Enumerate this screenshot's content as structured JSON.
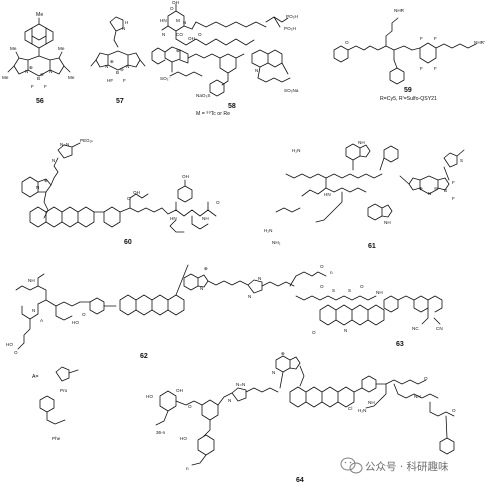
{
  "compounds": [
    {
      "number": "56",
      "labels": [
        "Me",
        "Me",
        "Me",
        "Me",
        "Me",
        "N",
        "N",
        "B",
        "F",
        "F",
        "⊖",
        "⊕"
      ]
    },
    {
      "number": "57",
      "labels": [
        "N",
        "H",
        "N",
        "N",
        "B",
        "HF",
        "F",
        "⊖",
        "⊕"
      ]
    },
    {
      "number": "58",
      "labels": [
        "OH",
        "HN",
        "O",
        "N",
        "M",
        "CO",
        "O",
        "N",
        "OH",
        "PO₃H",
        "PO₃H",
        "⊕",
        "SO₃⁻",
        "NaO₃S",
        "SO₃Na",
        "N"
      ],
      "note": "M = ⁹⁹Tc or Re"
    },
    {
      "number": "59",
      "labels": [
        "NHR",
        "NHR'",
        "O",
        "F",
        "F",
        "F",
        "F"
      ],
      "note": "R=Cy5, R'=Sulfo-QSY21"
    },
    {
      "number": "60",
      "labels": [
        "PEG₂ₖ",
        "N",
        "N=N",
        "⊕",
        "OH",
        "OH",
        "O",
        "HN",
        "NH",
        "O",
        "N"
      ]
    },
    {
      "number": "61",
      "labels": [
        "H₂N",
        "NH",
        "HN",
        "NH",
        "H₂N",
        "NH₂",
        "N",
        "B",
        "F",
        "F",
        "S",
        "⊖",
        "⊕"
      ]
    },
    {
      "number": "62",
      "labels": [
        "N",
        "⊕",
        "N",
        "N",
        "O",
        "n",
        "HO",
        "O",
        "HO",
        "O",
        "NH",
        "N",
        "A"
      ]
    },
    {
      "number": "63",
      "labels": [
        "O",
        "S",
        "S",
        "O",
        "NH",
        "O",
        "N",
        "NC",
        "CN"
      ]
    },
    {
      "number": "64",
      "labels": [
        "HO",
        "OH",
        "HO",
        "O",
        "N",
        "N=N",
        "N",
        "⊕",
        "Cl",
        "H₂N",
        "NH",
        "NH",
        "O",
        "O",
        "36-n",
        "n"
      ]
    }
  ],
  "legend_a": {
    "prefix": "A=",
    "items": [
      {
        "name": "Pro"
      },
      {
        "name": "Phe"
      }
    ]
  },
  "watermark": {
    "text": "公众号 · 科研趣味"
  },
  "colors": {
    "ink": "#111111",
    "background": "#ffffff",
    "watermark": "#6b6b6b"
  }
}
